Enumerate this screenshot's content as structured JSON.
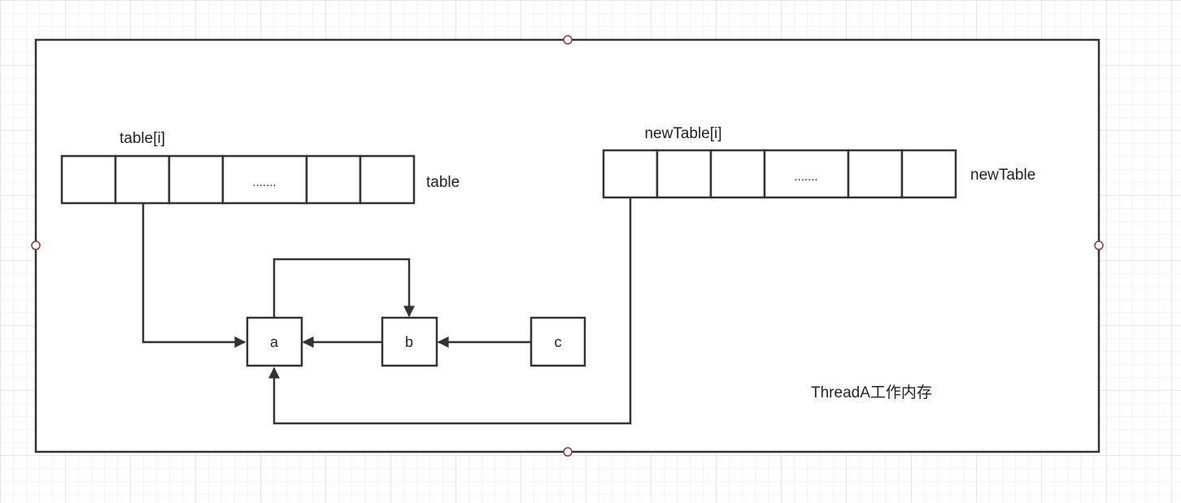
{
  "diagram": {
    "frame_caption": "ThreadA工作内存",
    "old_table": {
      "name": "table",
      "index_label": "table[i]",
      "ellipsis": "......."
    },
    "new_table": {
      "name": "newTable",
      "index_label": "newTable[i]",
      "ellipsis": "......."
    },
    "nodes": [
      {
        "id": "a",
        "label": "a"
      },
      {
        "id": "b",
        "label": "b"
      },
      {
        "id": "c",
        "label": "c"
      }
    ],
    "edges": [
      {
        "from": "table[i]",
        "to": "a"
      },
      {
        "from": "newTable[i]",
        "to": "a"
      },
      {
        "from": "a",
        "to": "b"
      },
      {
        "from": "b",
        "to": "a"
      },
      {
        "from": "c",
        "to": "b"
      }
    ],
    "colors": {
      "stroke": "#333333",
      "handle": "#8b3a3a",
      "text": "#222222"
    }
  }
}
